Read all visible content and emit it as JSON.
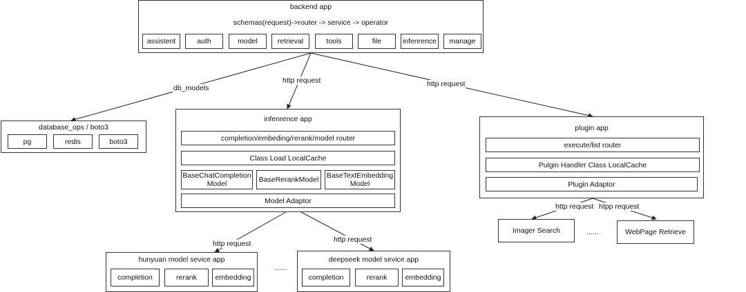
{
  "backend": {
    "title": "backend app",
    "flow": "schemas(request)->router -> service -> operator",
    "modules": [
      "assistent",
      "auth",
      "model",
      "retrieval",
      "tools",
      "file",
      "infenrence",
      "manage"
    ]
  },
  "database": {
    "title": "database_ops / boto3",
    "items": [
      "pg",
      "redis",
      "boto3"
    ]
  },
  "inference": {
    "title": "infenrence app",
    "router": "completion/embeding/rerank/model router",
    "cache": "Class Load LocalCache",
    "models": [
      "BaseChatCompletion\nModel",
      "BaseRerankModel",
      "BaseTextEmbedding\nModel"
    ],
    "adaptor": "Model Adaptor"
  },
  "plugin": {
    "title": "plugin app",
    "router": "execute/list router",
    "cache": "Pulgin Handler Class LocalCache",
    "adaptor": "Plugin Adaptor"
  },
  "hunyuan": {
    "title": "hunyuan model sevice app",
    "items": [
      "completion",
      "rerank",
      "embedding"
    ]
  },
  "deepseek": {
    "title": "deepseek model sevice app",
    "items": [
      "completion",
      "rerank",
      "embedding"
    ]
  },
  "plugin_targets": {
    "imager": "Imager Search",
    "webpage": "WebPage Retrieve",
    "ellipsis": "......"
  },
  "edges": {
    "db_models": "db_models",
    "http_inference": "http request",
    "http_plugin": "http request",
    "http_hunyuan": "http request",
    "http_deepseek": "http request",
    "http_imager": "http request",
    "http_webpage": "htpp request"
  },
  "services_ellipsis": "......"
}
